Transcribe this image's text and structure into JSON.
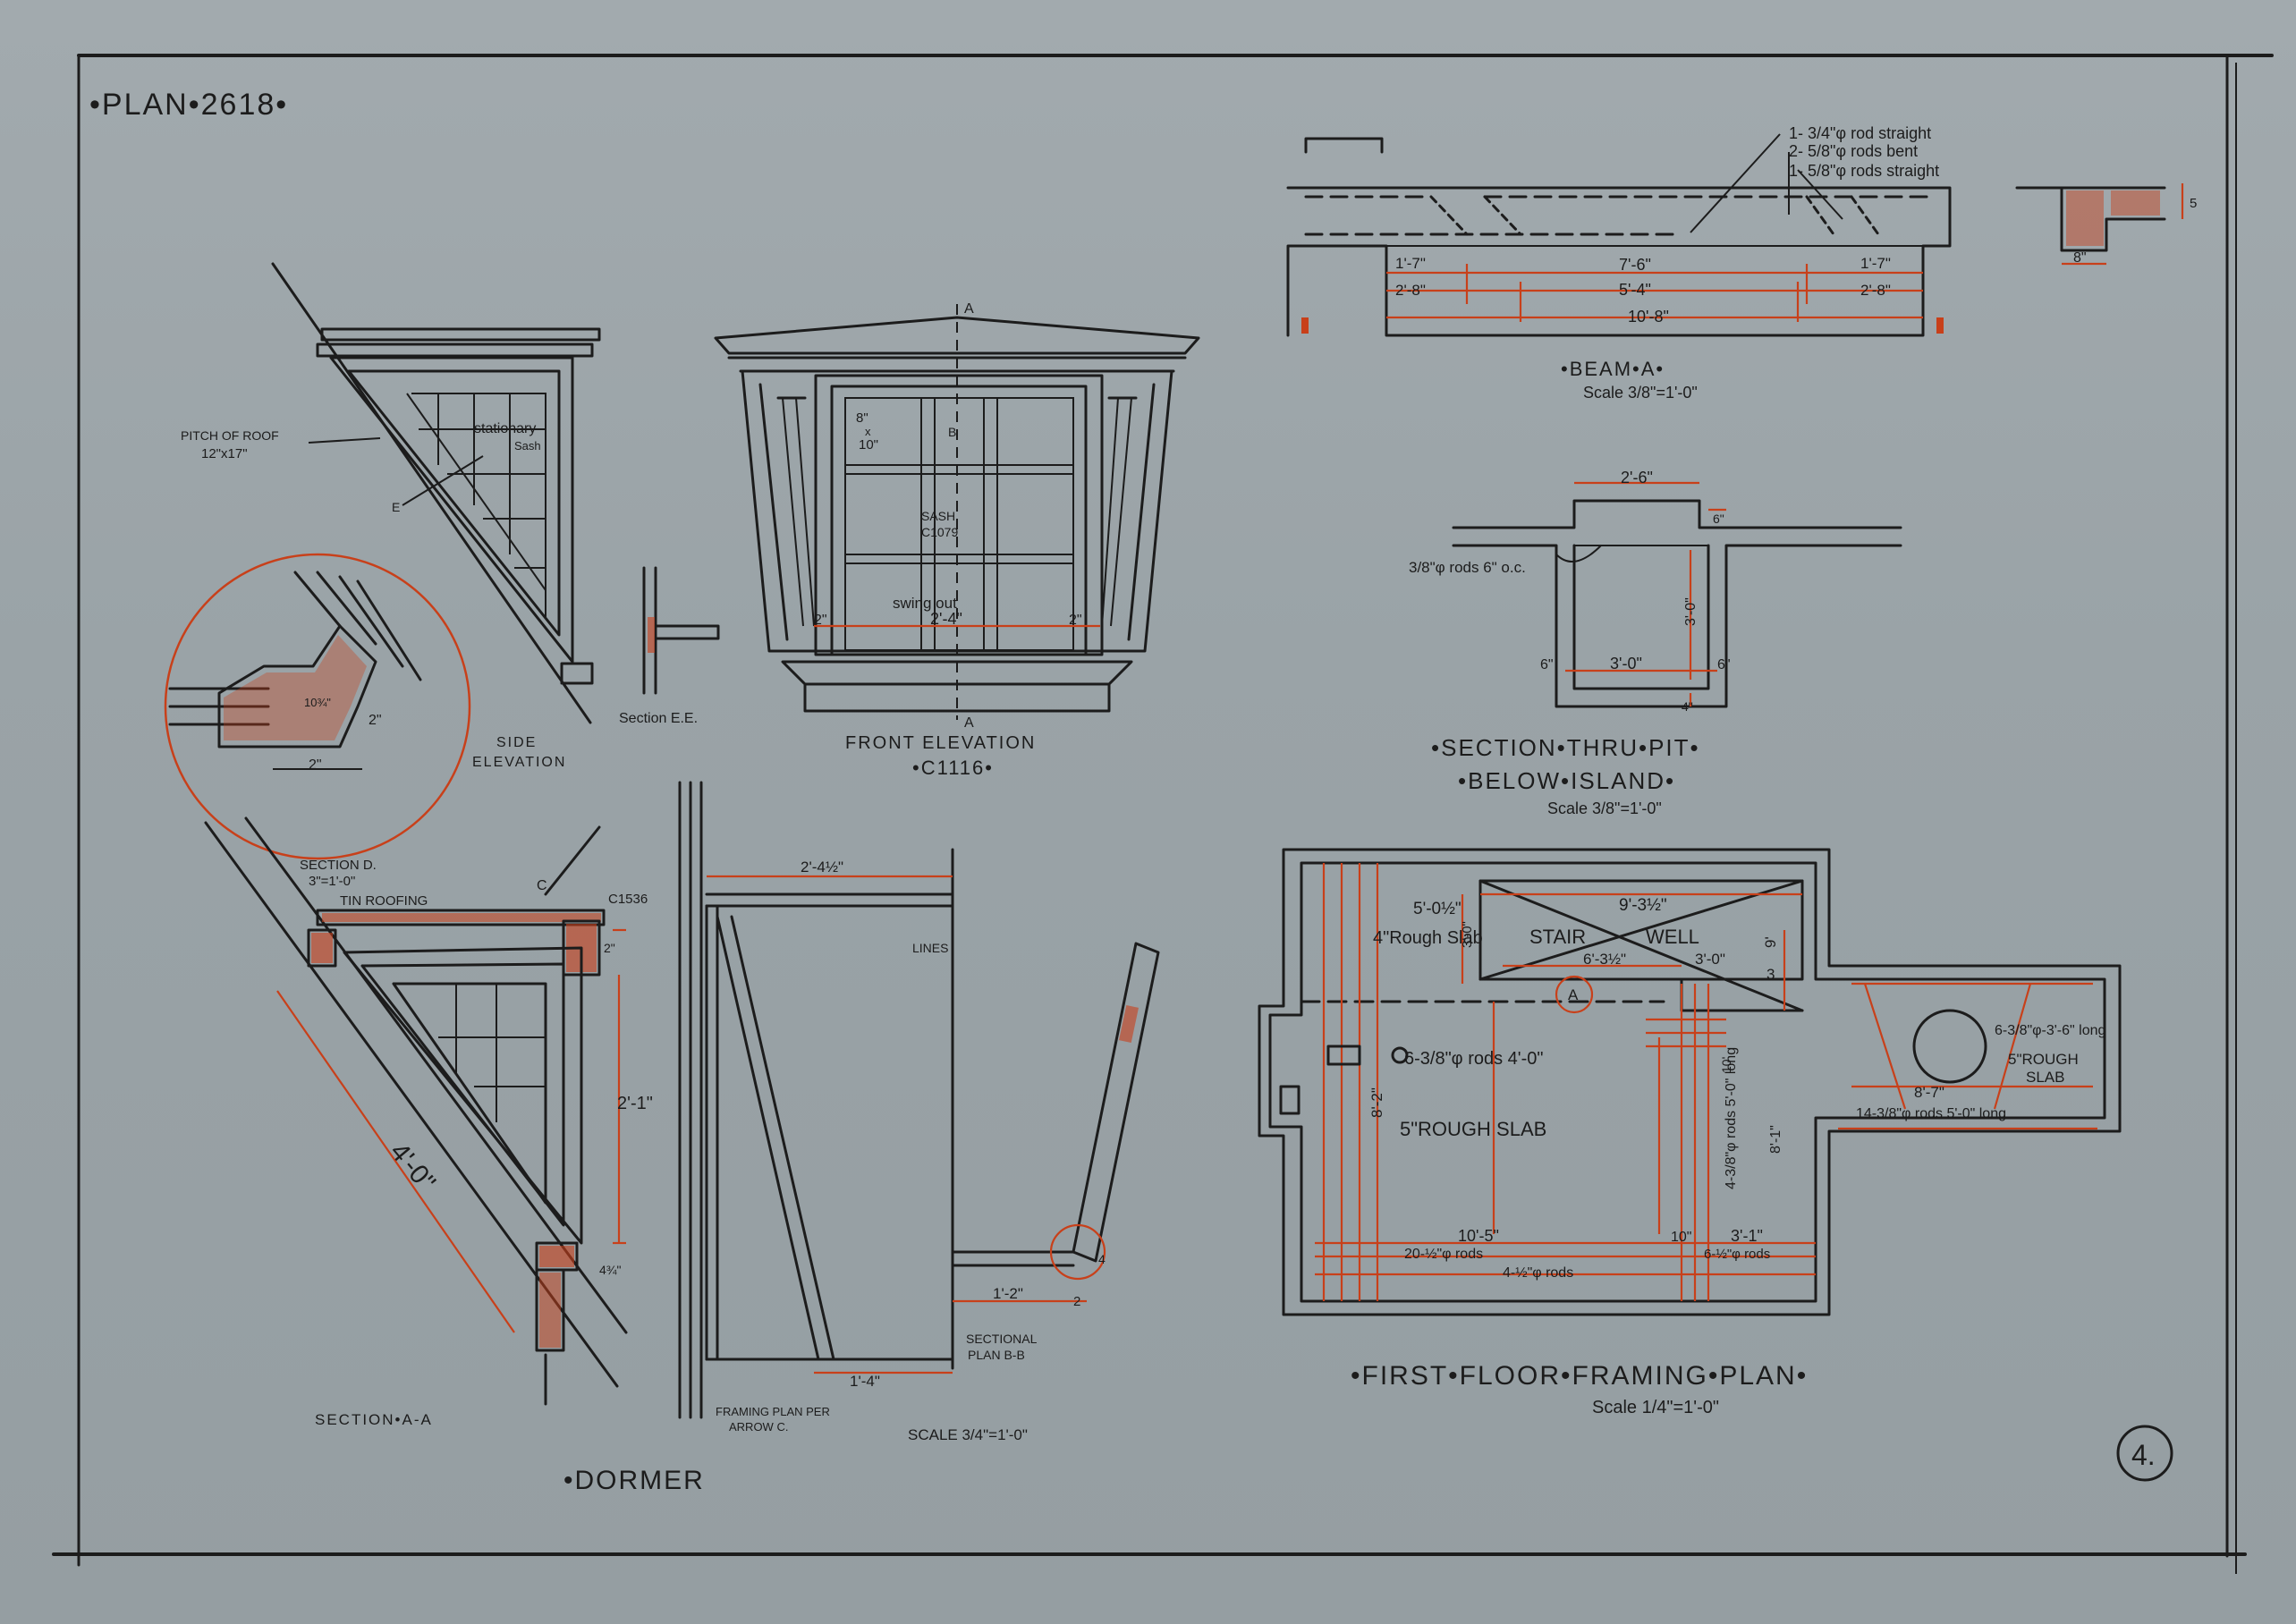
{
  "plan_label": "•PLAN•2618•",
  "sheet_number": "4.",
  "dormer": {
    "title": "•DORMER",
    "side_elevation": {
      "label_line1": "SIDE",
      "label_line2": "ELEVATION",
      "pitch_note_line1": "PITCH OF ROOF",
      "pitch_note_line2": "12\"x17\"",
      "sash_note_line1": "stationary",
      "sash_note_line2": "Sash",
      "cut_mark": "E"
    },
    "detail_circle": {
      "dim_width": "2\"",
      "dim_height": "2\"",
      "dim_angle": "10¾\""
    },
    "section_ee": "Section E.E.",
    "front_elevation": {
      "label": "FRONT ELEVATION",
      "code": "•C1116•",
      "section_mark_top": "A",
      "section_mark_bottom": "A",
      "glass_size_line1": "8\"",
      "glass_size_line2": "x",
      "glass_size_line3": "10\"",
      "mark_b": "B",
      "sash_line1": "SASH",
      "sash_line2": "C1079",
      "swing": "swing out",
      "dim_width": "2'-4\"",
      "dim_left": "2\"",
      "dim_right": "2\""
    },
    "section_aa": {
      "label": "SECTION•A-A",
      "section_d_line1": "SECTION D.",
      "section_d_line2": "3\"=1'-0\"",
      "tin_roofing": "TIN ROOFING",
      "code": "C1536",
      "dim_slope": "4'-0\"",
      "dim_height": "2'-1\"",
      "dim_small": "4¾\"",
      "dim_top": "2\"",
      "arrow_c": "C"
    },
    "framing_plan": {
      "label_line1": "FRAMING PLAN PER",
      "label_line2": "ARROW C.",
      "dim_top": "2'-4½\"",
      "dim_bottom": "1'-4\"",
      "lines_note": "LINES"
    },
    "sectional_plan": {
      "label_line1": "SECTIONAL",
      "label_line2": "PLAN B-B",
      "dim_a": "1'-2\"",
      "dim_b": "2",
      "mark": "4"
    },
    "scale": "SCALE 3/4\"=1'-0\""
  },
  "beam_a": {
    "title": "•BEAM•A•",
    "scale": "Scale 3/8\"=1'-0\"",
    "notes": [
      "1- 3/4\"φ rod straight",
      "2- 5/8\"φ rods bent",
      "1- 5/8\"φ rods straight"
    ],
    "dims_row1": [
      "1'-7\"",
      "7'-6\"",
      "1'-7\""
    ],
    "dims_row2": [
      "2'-8\"",
      "5'-4\"",
      "2'-8\""
    ],
    "dim_total": "10'-8\"",
    "section_width": "8\"",
    "section_height": "5"
  },
  "pit_section": {
    "title_line1": "•SECTION•THRU•PIT•",
    "title_line2": "•BELOW•ISLAND•",
    "scale": "Scale 3/8\"=1'-0\"",
    "dim_top": "2'-6\"",
    "dim_bottom": "3'-0\"",
    "dim_left": "6\"",
    "dim_right": "6\"",
    "dim_height": "3'-0\"",
    "dim_base": "4\"",
    "dim_step": "6\"",
    "rod_note": "3/8\"φ rods 6\" o.c."
  },
  "first_floor": {
    "title": "•FIRST•FLOOR•FRAMING•PLAN•",
    "scale": "Scale 1/4\"=1'-0\"",
    "labels": {
      "d1": "5'-0½\"",
      "d2": "9'-3½\"",
      "rough4": "4\"Rough Slab",
      "stair": "STAIR",
      "well": "WELL",
      "d3": "6'-3½\"",
      "d4": "3'-0\"",
      "d5": "3'-0\"",
      "d6": "9'",
      "d7": "3",
      "beam": "A",
      "rods1": "6-3/8\"φ rods 4'-0\"",
      "d8": "8'-2\"",
      "rough5": "5\"ROUGH SLAB",
      "d9": "10'",
      "rods2": "4-3/8\"φ rods 5'-0\" long",
      "d10": "8'-1\"",
      "d11": "10'-5\"",
      "d12": "10\"",
      "d13": "3'-1\"",
      "rods3": "20-½\"φ rods",
      "rods4": "4-½\"φ rods",
      "rods5": "6-½\"φ rods",
      "bay_rods": "6-3/8\"φ-3'-6\" long",
      "bay_slab1": "5\"ROUGH",
      "bay_slab2": "SLAB",
      "bay_dim": "8'-7\"",
      "bay_rods2": "14-3/8\"φ rods 5'-0\" long"
    }
  },
  "colors": {
    "paper": "#9aa2a6",
    "ink": "#1c1c1c",
    "red_ink": "#c8401a"
  }
}
